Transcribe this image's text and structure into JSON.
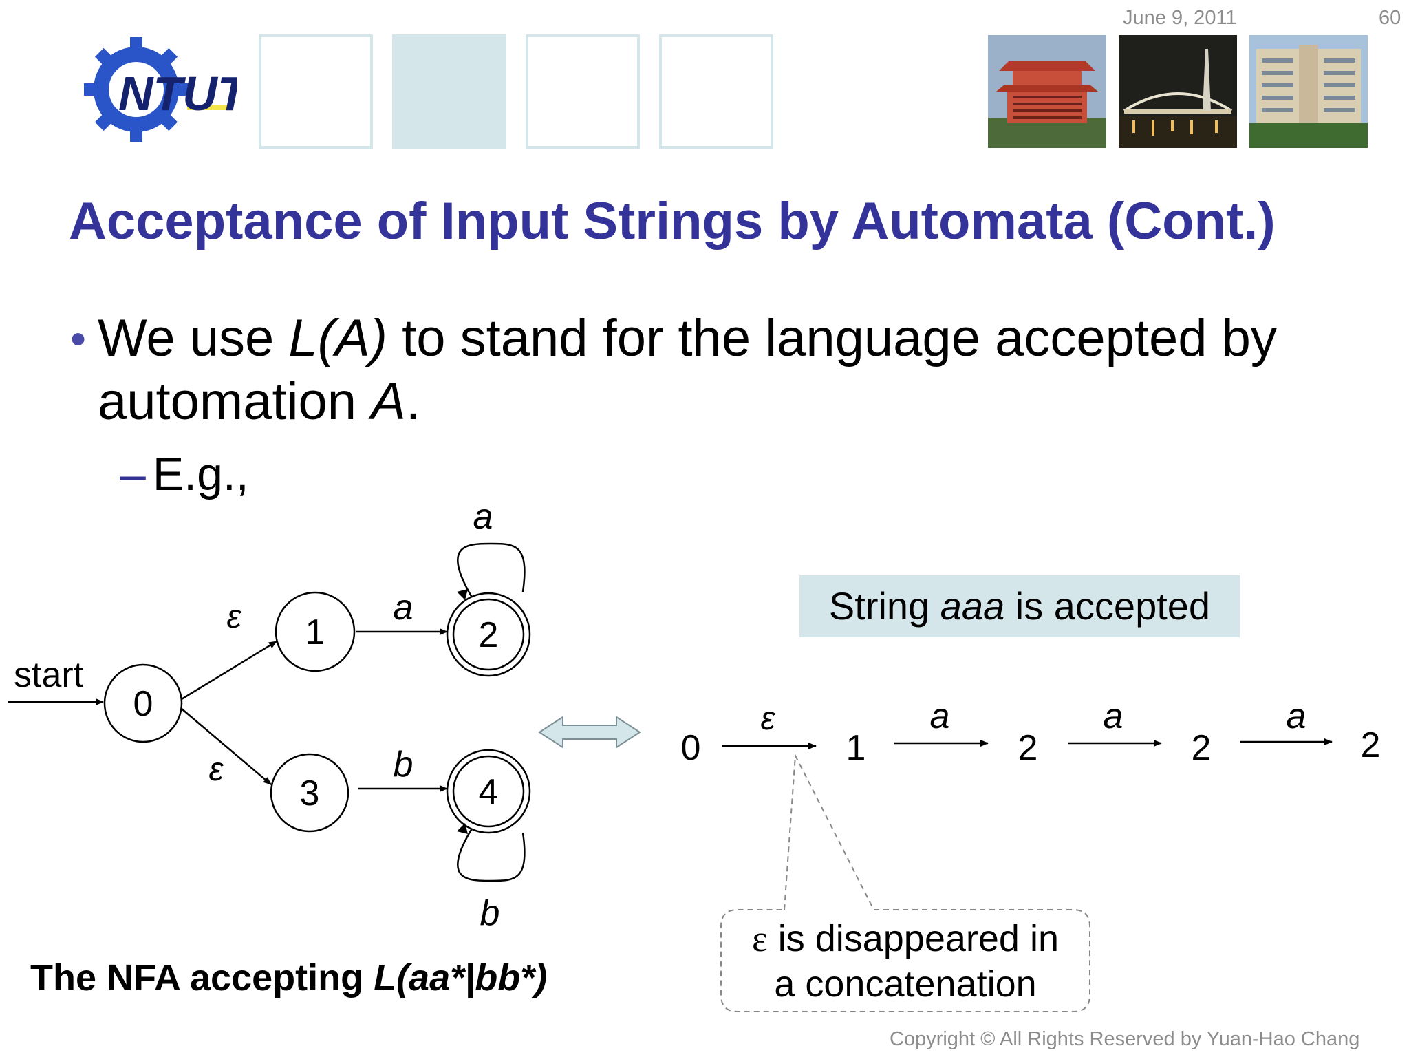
{
  "header": {
    "date": "June 9, 2011",
    "page_number": "60"
  },
  "logo": {
    "text": "NTUT"
  },
  "slide": {
    "title": "Acceptance of Input Strings by Automata (Cont.)",
    "bullet": {
      "part1": "We use ",
      "math1": "L(A)",
      "part2": " to stand for the language accepted by automation ",
      "math2": "A",
      "part3": "."
    },
    "sub_bullet": "E.g.,",
    "nfa": {
      "start_label": "start",
      "states": [
        "0",
        "1",
        "2",
        "3",
        "4"
      ],
      "accepting_states": [
        "2",
        "4"
      ],
      "edge_labels": {
        "e01": "ε",
        "e03": "ε",
        "e12": "a",
        "e34": "b",
        "loop2": "a",
        "loop4": "b"
      }
    },
    "caption": {
      "prefix": "The NFA accepting ",
      "expr": "L(aa*|bb*)"
    },
    "accepted_box": {
      "prefix": "String ",
      "string": "aaa",
      "suffix": " is accepted"
    },
    "sequence": {
      "states": [
        "0",
        "1",
        "2",
        "2",
        "2"
      ],
      "labels": [
        "ε",
        "a",
        "a",
        "a"
      ]
    },
    "callout": {
      "line1": "is disappeared in",
      "line2": "a concatenation",
      "symbol": "ε"
    }
  },
  "footer": {
    "copyright": "Copyright © All Rights Reserved by Yuan-Hao Chang"
  },
  "colors": {
    "title": "#33339a",
    "box_fill": "#d5e6ea",
    "meta_text": "#8c8c8c"
  }
}
